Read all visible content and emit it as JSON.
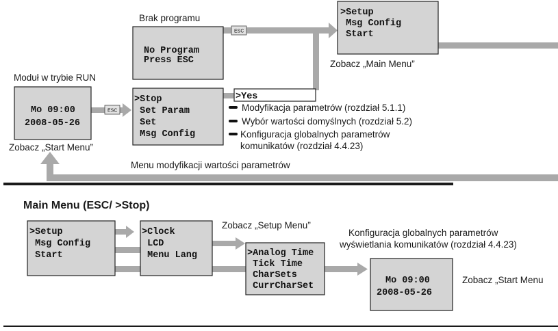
{
  "top": {
    "no_program_caption": "Brak programu",
    "no_program_lines": [
      "No Program",
      "Press ESC"
    ],
    "esc_label": "ESC",
    "main_menu_lines": [
      ">Setup",
      " Msg Config",
      " Start"
    ],
    "see_main_menu": "Zobacz „Main Menu”",
    "run_caption": "Moduł w trybie RUN",
    "run_lines": [
      "Mo 09:00",
      "2008-05-26"
    ],
    "see_start_menu": "Zobacz „Start Menu”",
    "stop_lines": [
      ">Stop",
      " Set Param",
      " Set",
      " Msg Config"
    ],
    "yes_label": ">Yes",
    "option_notes": [
      "Modyfikacja parametrów (rozdział 5.1.1)",
      "Wybór wartości domyślnych (rozdział 5.2)",
      "Konfiguracja globalnych parametrów",
      "komunikatów (rozdział 4.4.23)"
    ],
    "param_menu_caption": "Menu modyfikacji wartości parametrów"
  },
  "bottom": {
    "heading": "Main Menu (ESC/ >Stop)",
    "main_lines": [
      ">Setup",
      " Msg Config",
      " Start"
    ],
    "setup_lines": [
      ">Clock",
      " LCD",
      " Menu Lang"
    ],
    "see_setup_menu": "Zobacz „Setup Menu”",
    "msg_lines": [
      ">Analog Time",
      " Tick Time",
      " CharSets",
      " CurrCharSet"
    ],
    "config_note_lines": [
      "Konfiguracja globalnych parametrów",
      "wyświetlania komunikatów (rozdział 4.4.23)"
    ],
    "start_lines": [
      "Mo 09:00",
      "2008-05-26"
    ],
    "see_start_menu": "Zobacz „Start Menu"
  },
  "colors": {
    "arrow": "#a9a9a9",
    "lcd_fill": "#d4d4d4",
    "rule": "#1a1a1a"
  }
}
